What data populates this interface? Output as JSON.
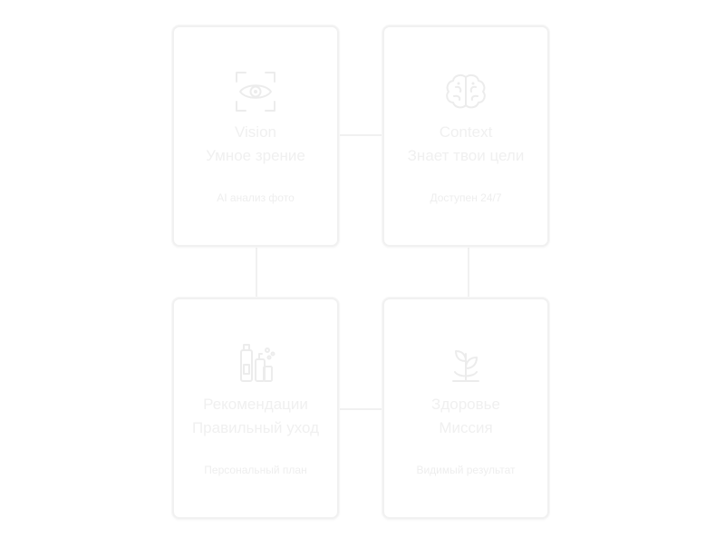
{
  "cards": [
    {
      "id": "vision",
      "icon": "eye-scan-icon",
      "title_line1": "Vision",
      "title_line2": "Умное зрение",
      "caption": "AI анализ фото"
    },
    {
      "id": "context",
      "icon": "brain-icon",
      "title_line1": "Context",
      "title_line2": "Знает твои цели",
      "caption": "Доступен 24/7"
    },
    {
      "id": "recommendations",
      "icon": "skincare-products-icon",
      "title_line1": "Рекомендации",
      "title_line2": "Правильный уход",
      "caption": "Персональный план"
    },
    {
      "id": "health",
      "icon": "plant-sprout-icon",
      "title_line1": "Здоровье",
      "title_line2": "Миссия",
      "caption": "Видимый результат"
    }
  ],
  "colors": {
    "card_border": "#f1f1f1",
    "text": "#f0f0f0",
    "icon_stroke": "#ececec",
    "background": "#ffffff"
  }
}
